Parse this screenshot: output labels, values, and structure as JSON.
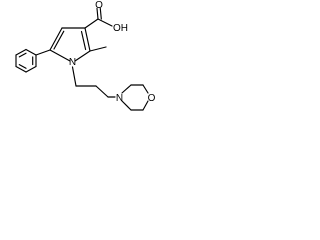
{
  "molecule": {
    "atoms": {
      "carboxyl_oh": "OH",
      "carboxyl_o": "O",
      "pyrrole_n": "N",
      "morpholine_n": "N",
      "morpholine_o": "O"
    }
  },
  "colors": {
    "bond": "#000000",
    "label": "#000000",
    "background": "#ffffff"
  }
}
